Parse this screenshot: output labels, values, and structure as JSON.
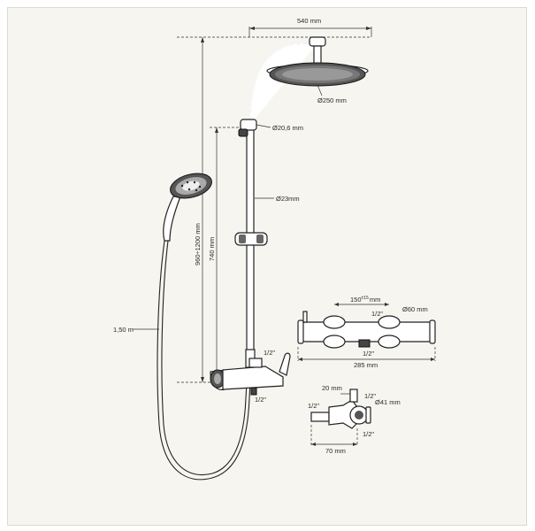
{
  "diagram": {
    "main_labels": {
      "width_top": "540 mm",
      "head_diameter": "Ø250 mm",
      "arm_diameter": "Ø20,6 mm",
      "rail_diameter": "Ø23mm",
      "total_height": "960÷1200 mm",
      "rail_height": "740 mm",
      "hose_length": "1,50 m",
      "inlet_top": "1/2\"",
      "inlet_bottom": "1/2\""
    },
    "mixer_labels": {
      "spacing": "150",
      "spacing_tol": "±15",
      "spacing_unit": "mm",
      "inlet_a": "1/2\"",
      "body_diameter": "Ø60 mm",
      "outlet": "1/2\"",
      "length": "285 mm"
    },
    "eccentric_labels": {
      "offset": "20 mm",
      "thread_top": "1/2\"",
      "flange_diameter": "Ø41 mm",
      "thread_left": "1/2\"",
      "thread_bottom": "1/2\"",
      "length": "70 mm"
    }
  }
}
